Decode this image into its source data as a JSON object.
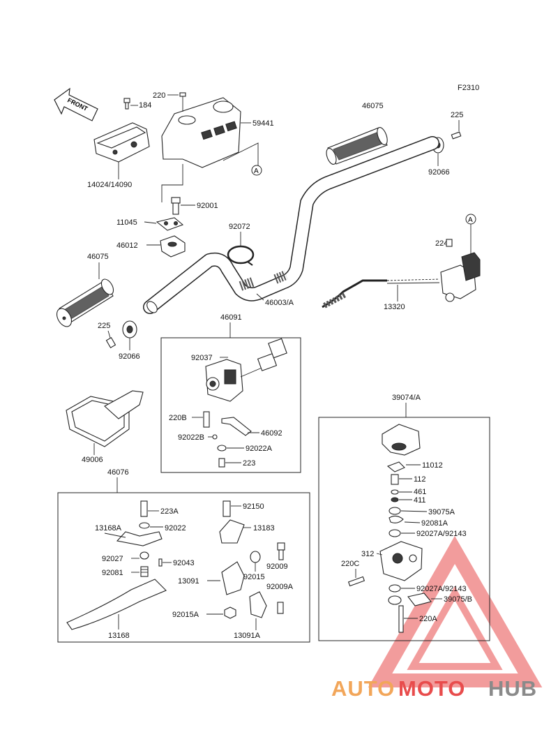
{
  "figure_code": "F2310",
  "front_label": "FRONT",
  "callout_a": "A",
  "parts": {
    "p220": "220",
    "p184": "184",
    "p59441": "59441",
    "p14024": "14024/14090",
    "p46075_top": "46075",
    "p225_top": "225",
    "p92066_top": "92066",
    "p92001": "92001",
    "p11045": "11045",
    "p92072": "92072",
    "p46012": "46012",
    "p224": "224",
    "p46075_left": "46075",
    "p46003": "46003/A",
    "p13320": "13320",
    "p225_left": "225",
    "p92066_left": "92066",
    "p46091": "46091",
    "p92037": "92037",
    "p220B": "220B",
    "p46092": "46092",
    "p92022B": "92022B",
    "p92022A": "92022A",
    "p223": "223",
    "p49006": "49006",
    "p46076": "46076",
    "p223A": "223A",
    "p92150": "92150",
    "p13168A": "13168A",
    "p92022": "92022",
    "p13183": "13183",
    "p92027": "92027",
    "p92043": "92043",
    "p92009": "92009",
    "p92081": "92081",
    "p13091": "13091",
    "p92015": "92015",
    "p92009A": "92009A",
    "p92015A": "92015A",
    "p13168": "13168",
    "p13091A": "13091A",
    "p39074": "39074/A",
    "p11012": "11012",
    "p112": "112",
    "p461": "461",
    "p411": "411",
    "p39075A": "39075A",
    "p92081A": "92081A",
    "p92027A_1": "92027A/92143",
    "p312": "312",
    "p220C": "220C",
    "p92027A_2": "92027A/92143",
    "p39075B": "39075/B",
    "p220A": "220A"
  },
  "watermark": {
    "auto": "AUTO",
    "moto": "MOTO",
    "hub": "HUB",
    "color_orange": "#f2a65a",
    "color_red": "#e84c4c",
    "color_grey": "#8a8a8a"
  }
}
